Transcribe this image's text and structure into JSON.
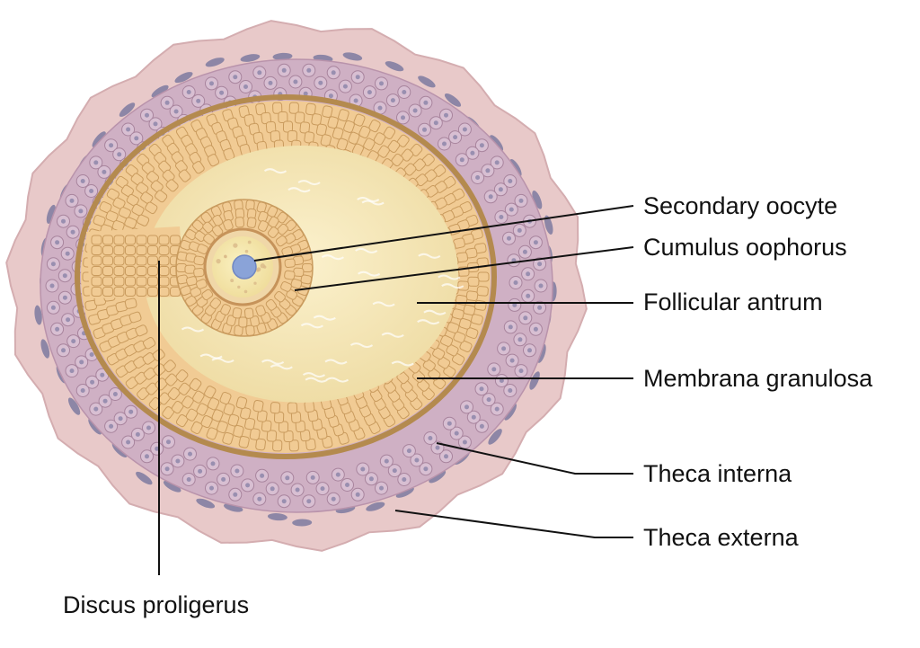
{
  "diagram": {
    "labels": {
      "secondary_oocyte": "Secondary oocyte",
      "cumulus_oophorus": "Cumulus oophorus",
      "follicular_antrum": "Follicular antrum",
      "membrana_granulosa": "Membrana granulosa",
      "theca_interna": "Theca interna",
      "theca_externa": "Theca externa",
      "discus_proligerus": "Discus proligerus"
    }
  },
  "colors": {
    "theca_externa": "#e8c9c9",
    "theca_interna": "#c9a9bd",
    "theca_cell": "#d8bfd2",
    "nucleus_dark": "#6f6f9a",
    "basement_membrane": "#b48a4e",
    "granulosa_cell": "#f1cb94",
    "granulosa_edge": "#c99b5e",
    "antrum_fluid": "#f5e7ba",
    "zona": "#f0d7a8",
    "ooplasm": "#f7ecb0",
    "oocyte_nucleus": "#8aa3d8",
    "leader_line": "#111111"
  }
}
